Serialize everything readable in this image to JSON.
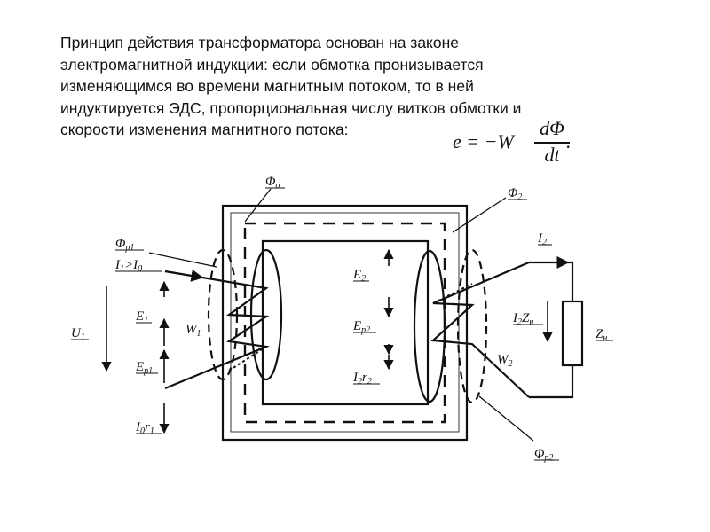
{
  "text": {
    "line1": "Принцип действия трансформатора основан на законе",
    "line2": "электромагнитной индукции: если обмотка пронизывается",
    "line3": "изменяющимся во времени магнитным потоком, то в ней",
    "line4": "индуктируется ЭДС, пропорциональная числу витков обмотки и",
    "line5": "скорости изменения магнитного потока:"
  },
  "formula": {
    "lhs": "e = −W",
    "numerator": "dΦ",
    "denominator": "dt",
    "trailing": "."
  },
  "diagram": {
    "phi0": {
      "main": "Φ",
      "sub": "о"
    },
    "phi2": {
      "main": "Φ",
      "sub": "2"
    },
    "phi_p1": {
      "main": "Φ",
      "sub": "р1"
    },
    "phi_p2": {
      "main": "Φ",
      "sub": "р2"
    },
    "i1_gt_i0": {
      "a": "I",
      "a_sub": "1",
      "gt": ">",
      "b": "I",
      "b_sub": "0"
    },
    "u1": {
      "main": "U",
      "sub": "1"
    },
    "e1": {
      "main": "E",
      "sub": "1"
    },
    "ep1": {
      "main": "E",
      "sub": "р1"
    },
    "i0r1": {
      "main": "I",
      "sub": "0",
      "tail": "r",
      "tail_sub": "1"
    },
    "w1": {
      "main": "W",
      "sub": "1"
    },
    "e2": {
      "main": "E",
      "sub": "2"
    },
    "ep2": {
      "main": "E",
      "sub": "р2"
    },
    "i2r2": {
      "main": "I",
      "sub": "2",
      "tail": "r",
      "tail_sub": "2"
    },
    "w2": {
      "main": "W",
      "sub": "2"
    },
    "i2": {
      "main": "I",
      "sub": "2"
    },
    "i2zn": {
      "main": "I",
      "sub": "2",
      "tail": "Z",
      "tail_sub": "н"
    },
    "zn": {
      "main": "Z",
      "sub": "н"
    }
  },
  "colors": {
    "ink": "#111111",
    "background": "#ffffff"
  }
}
